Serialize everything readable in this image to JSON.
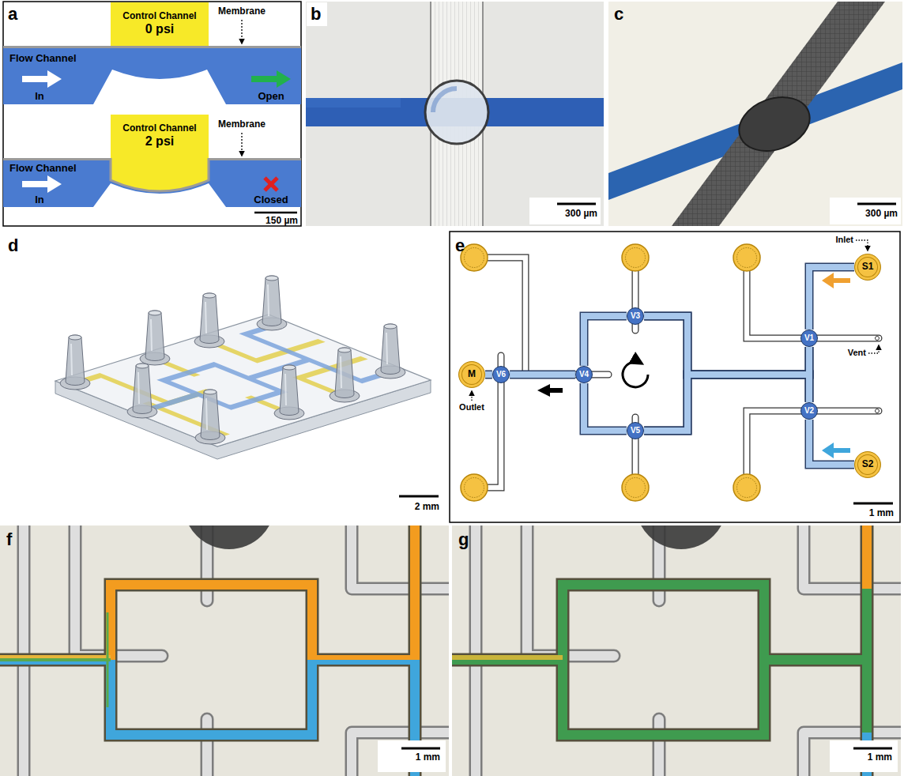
{
  "diagram": {
    "nodes": [
      {
        "text": [
          "Control Channel",
          "0 psi"
        ]
      },
      {
        "text": [
          "Control Channel",
          "2 psi"
        ]
      },
      {
        "text": [
          "S1"
        ]
      },
      {
        "text": [
          "V1"
        ]
      },
      {
        "text": [
          "V2"
        ]
      },
      {
        "text": [
          "S2"
        ]
      },
      {
        "text": [
          "V3"
        ]
      },
      {
        "text": [
          "V4"
        ]
      },
      {
        "text": [
          "V5"
        ]
      },
      {
        "text": [
          "V6"
        ]
      },
      {
        "text": [
          "M"
        ]
      }
    ],
    "edges": [
      {
        "from": 2,
        "to": 3,
        "arrow": "none"
      },
      {
        "from": 5,
        "to": 4,
        "arrow": "none"
      },
      {
        "from": 3,
        "to": 6,
        "arrow": "none"
      },
      {
        "from": 3,
        "to": 8,
        "arrow": "none"
      },
      {
        "from": 4,
        "to": 6,
        "arrow": "none"
      },
      {
        "from": 4,
        "to": 8,
        "arrow": "none"
      },
      {
        "from": 6,
        "to": 7,
        "arrow": "none"
      },
      {
        "from": 8,
        "to": 7,
        "arrow": "none"
      },
      {
        "from": 7,
        "to": 9,
        "arrow": "none"
      },
      {
        "from": 9,
        "to": 10,
        "arrow": "none"
      }
    ],
    "labels": [
      "a",
      "Membrane",
      "Flow Channel",
      "In",
      "Open",
      "Membrane",
      "Flow Channel",
      "In",
      "Closed",
      "150 µm",
      "b",
      "300 µm",
      "c",
      "300 µm",
      "d",
      "2 mm",
      "e",
      "Inlet",
      "Vent",
      "Outlet",
      "1 mm",
      "f",
      "1 mm",
      "g",
      "1 mm"
    ]
  }
}
